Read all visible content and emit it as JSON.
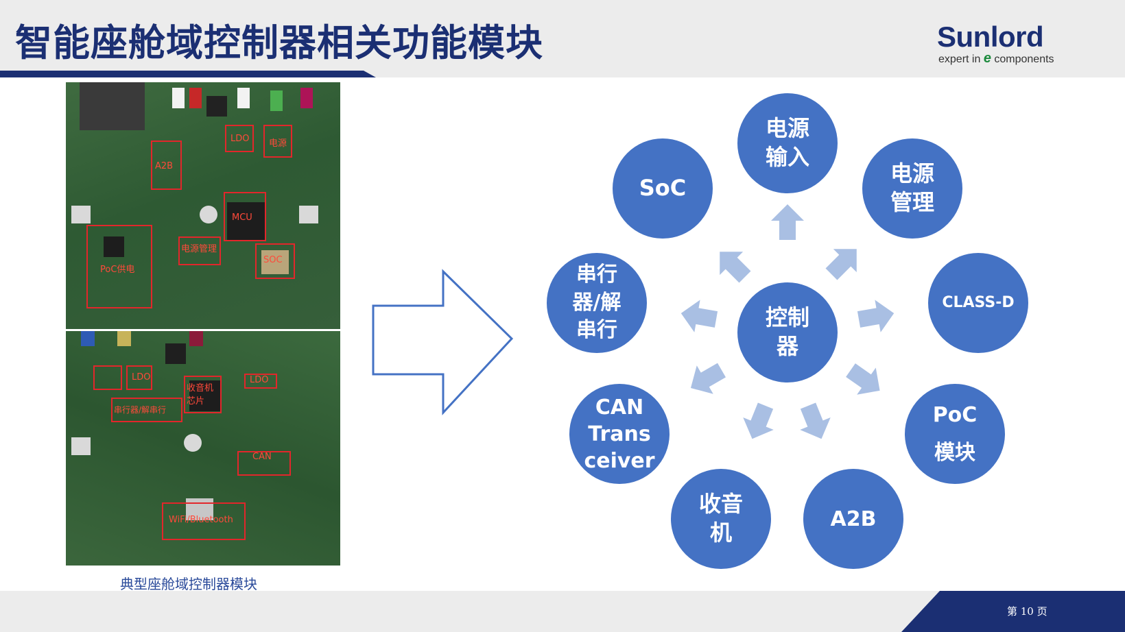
{
  "header": {
    "title": "智能座舱域控制器相关功能模块",
    "logo_name": "Sunlord",
    "logo_tagline_prefix": "expert in ",
    "logo_tagline_e": "e",
    "logo_tagline_suffix": " components"
  },
  "colors": {
    "title": "#1b2f73",
    "node_fill": "#4472c4",
    "small_arrow": "#a9bfe3",
    "big_arrow_stroke": "#4472c4",
    "footer_accent": "#1b2f73",
    "board_label_red": "#e3262b"
  },
  "board_labels": {
    "top": [
      "A2B",
      "LDO",
      "电源",
      "MCU",
      "SOC",
      "电源管理",
      "PoC供电"
    ],
    "bottom": [
      "LDO",
      "收音机芯片",
      "串行器/解串行",
      "LDO",
      "CAN",
      "WiFi/Bluetooth"
    ]
  },
  "caption": "典型座舱域控制器模块",
  "diagram": {
    "center": "控制\n器",
    "nodes": {
      "power_input": "电源\n输入",
      "power_mgmt": "电源\n管理",
      "class_d": "CLASS-D",
      "poc": "PoC\n模块",
      "a2b": "A2B",
      "radio": "收音\n机",
      "can": "CAN\nTrans\nceiver",
      "serdes": "串行\n器/解\n串行",
      "soc": "SoC"
    }
  },
  "footer": {
    "page_label": "第 10 页"
  }
}
